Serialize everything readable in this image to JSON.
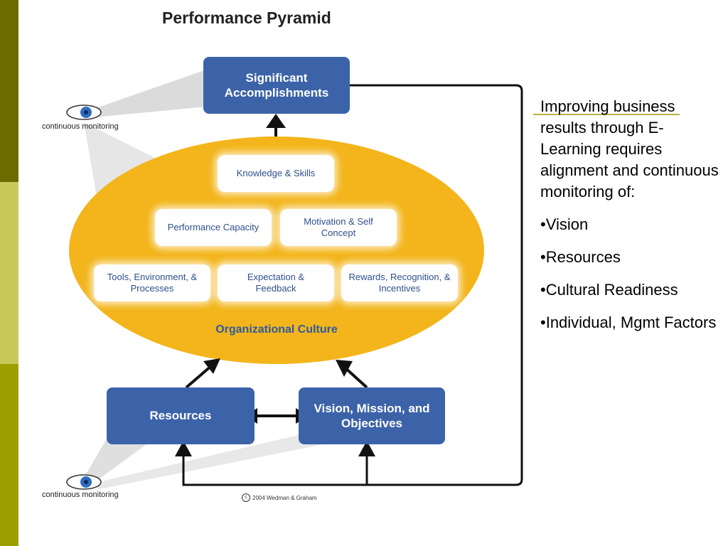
{
  "colors": {
    "box_blue": "#3c63a8",
    "ellipse_gold": "#f3b51b",
    "bar_dark": "#6b6b00",
    "bar_light": "#c8c858",
    "bar_mid": "#9e9e00",
    "culture_text": "#2e5aa0"
  },
  "diagram": {
    "title": "Performance Pyramid",
    "significant_label": "Significant Accomplishments",
    "culture_label": "Organizational Culture",
    "resources_label": "Resources",
    "vision_label": "Vision, Mission, and Objectives",
    "elements": {
      "knowledge": "Knowledge & Skills",
      "capacity": "Performance Capacity",
      "motivation": "Motivation & Self Concept",
      "tools": "Tools, Environment, & Processes",
      "expectation": "Expectation & Feedback",
      "rewards": "Rewards, Recognition, & Incentives"
    },
    "monitor_top": "continuous monitoring",
    "monitor_bottom": "continuous monitoring",
    "copyright": "2004 Wedman & Graham",
    "icons": [
      "eye-icon",
      "copyright-icon"
    ]
  },
  "side": {
    "intro": "Improving business results through E-Learning requires alignment and continuous monitoring of:",
    "items": [
      "•Vision",
      "•Resources",
      "•Cultural Readiness",
      "•Individual, Mgmt Factors"
    ]
  }
}
